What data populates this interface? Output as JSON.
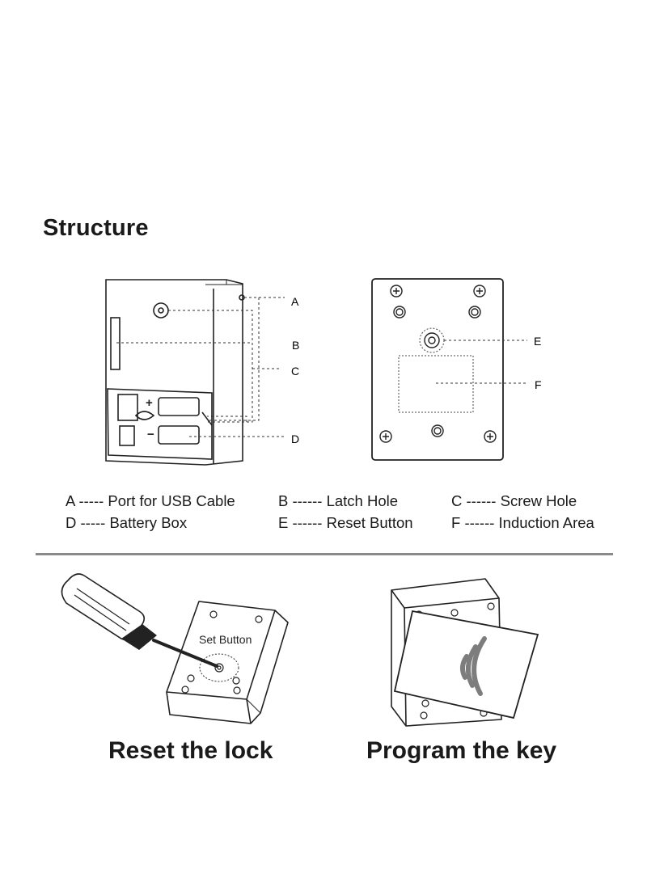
{
  "title": "Structure",
  "callouts": {
    "a": "A",
    "b": "B",
    "c": "C",
    "d": "D",
    "e": "E",
    "f": "F"
  },
  "legend": {
    "a": "A ----- Port for USB Cable",
    "b": "B ------ Latch Hole",
    "c": "C ------ Screw Hole",
    "d": "D ----- Battery Box",
    "e": "E ------ Reset Button",
    "f": "F ------ Induction Area"
  },
  "battery_signs": {
    "plus": "+",
    "minus": "−"
  },
  "reset": {
    "button_label": "Set Button",
    "caption": "Reset the lock"
  },
  "program": {
    "caption": "Program the key"
  },
  "icons": [
    "lock-front-view",
    "lock-back-view",
    "screwdriver-icon",
    "rfid-card-icon",
    "wireless-signal-icon"
  ]
}
